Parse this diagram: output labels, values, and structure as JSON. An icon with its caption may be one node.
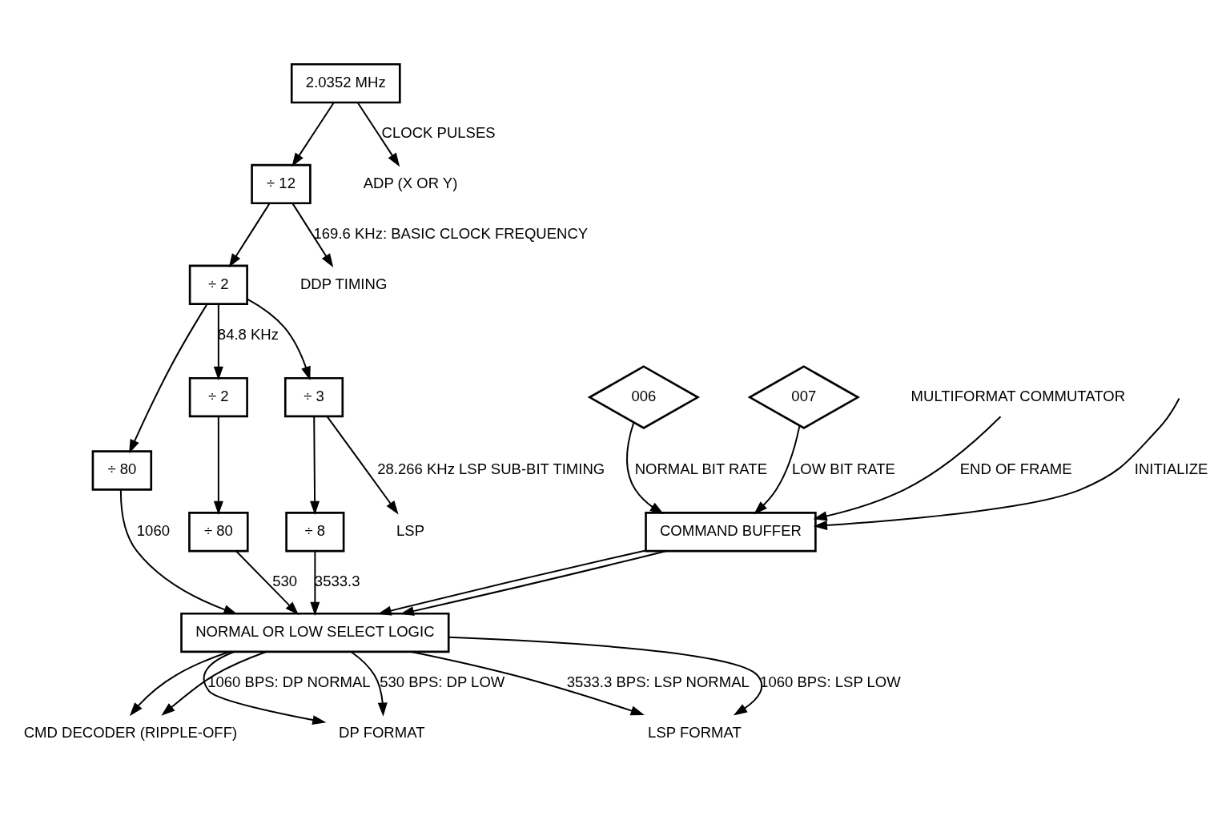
{
  "diagram": {
    "nodes": [
      {
        "text": [
          "2.0352 MHz"
        ]
      },
      {
        "text": [
          "÷ 12"
        ]
      },
      {
        "text": [
          "÷ 2"
        ]
      },
      {
        "text": [
          "÷ 80"
        ]
      },
      {
        "text": [
          "÷ 2"
        ]
      },
      {
        "text": [
          "÷ 3"
        ]
      },
      {
        "text": [
          "÷ 80"
        ]
      },
      {
        "text": [
          "÷ 8"
        ]
      },
      {
        "text": [
          "COMMAND BUFFER"
        ]
      },
      {
        "text": [
          "NORMAL OR LOW SELECT LOGIC"
        ]
      },
      {
        "text": [
          "006"
        ]
      },
      {
        "text": [
          "007"
        ]
      },
      {
        "text": [
          "ADP (X OR Y)"
        ]
      },
      {
        "text": [
          "DDP TIMING"
        ]
      },
      {
        "text": [
          "LSP"
        ]
      },
      {
        "text": [
          "CMD DECODER (RIPPLE-OFF)"
        ]
      },
      {
        "text": [
          "DP FORMAT"
        ]
      },
      {
        "text": [
          "LSP FORMAT"
        ]
      },
      {
        "text": [
          "MULTIFORMAT COMMUTATOR"
        ]
      }
    ],
    "edges": [
      {
        "from": 0,
        "to": 12,
        "arrow": "to",
        "label": "CLOCK PULSES"
      },
      {
        "from": 0,
        "to": 1,
        "arrow": "to"
      },
      {
        "from": 1,
        "to": 2,
        "arrow": "to"
      },
      {
        "from": 1,
        "to": 13,
        "arrow": "to",
        "label": "169.6 KHz: BASIC CLOCK FREQUENCY"
      },
      {
        "from": 2,
        "to": 3,
        "arrow": "to"
      },
      {
        "from": 2,
        "to": 4,
        "arrow": "to",
        "label": "84.8 KHz"
      },
      {
        "from": 2,
        "to": 5,
        "arrow": "to"
      },
      {
        "from": 4,
        "to": 6,
        "arrow": "to"
      },
      {
        "from": 5,
        "to": 7,
        "arrow": "to"
      },
      {
        "from": 5,
        "to": 14,
        "arrow": "to",
        "label": "28.266 KHz LSP SUB-BIT TIMING"
      },
      {
        "from": 3,
        "to": 9,
        "arrow": "to",
        "label": "1060"
      },
      {
        "from": 6,
        "to": 9,
        "arrow": "to",
        "label": "530"
      },
      {
        "from": 7,
        "to": 9,
        "arrow": "to",
        "label": "3533.3"
      },
      {
        "from": null,
        "to": 8,
        "arrow": "to",
        "label": "INITIALIZE"
      },
      {
        "from": 10,
        "to": 8,
        "arrow": "to",
        "label": "NORMAL BIT RATE"
      },
      {
        "from": 11,
        "to": 8,
        "arrow": "to",
        "label": "LOW BIT RATE"
      },
      {
        "from": 18,
        "to": 8,
        "arrow": "to",
        "label": "END OF FRAME"
      },
      {
        "from": 8,
        "to": 9,
        "arrow": "to"
      },
      {
        "from": 8,
        "to": 9,
        "arrow": "to"
      },
      {
        "from": 9,
        "to": 16,
        "arrow": "to",
        "label": "1060 BPS: DP NORMAL"
      },
      {
        "from": 9,
        "to": 15,
        "arrow": "to"
      },
      {
        "from": 9,
        "to": 16,
        "arrow": "to",
        "label": "530 BPS: DP LOW"
      },
      {
        "from": 9,
        "to": 15,
        "arrow": "to"
      },
      {
        "from": 9,
        "to": 17,
        "arrow": "to",
        "label": "3533.3 BPS: LSP NORMAL"
      },
      {
        "from": 9,
        "to": 17,
        "arrow": "to",
        "label": "1060 BPS: LSP LOW"
      }
    ]
  }
}
